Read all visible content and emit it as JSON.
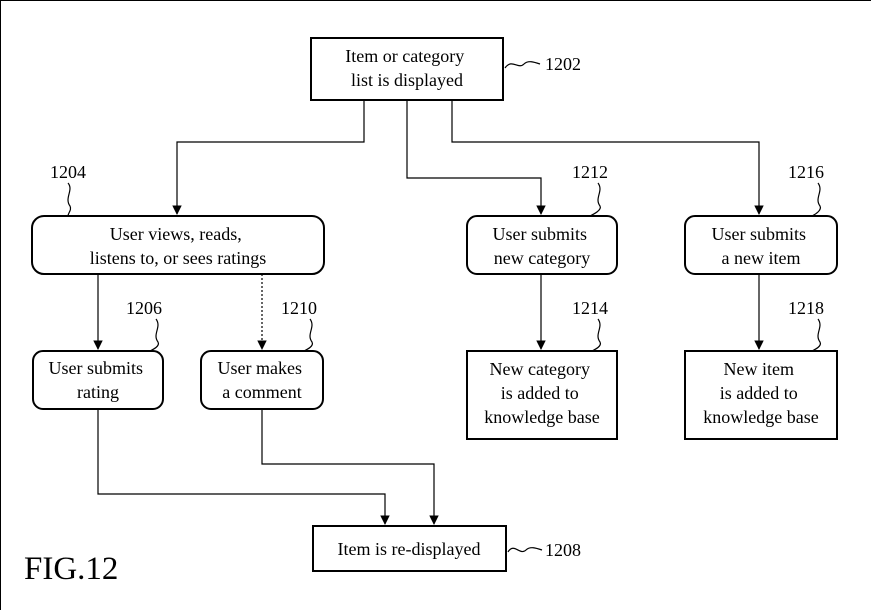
{
  "figure_label": "FIG.12",
  "nodes": {
    "n1202": {
      "lines": [
        "Item or category",
        "list is displayed"
      ],
      "ref": "1202"
    },
    "n1204": {
      "lines": [
        "User views, reads,",
        "listens to, or sees ratings"
      ],
      "ref": "1204"
    },
    "n1212": {
      "lines": [
        "User submits",
        "new category"
      ],
      "ref": "1212"
    },
    "n1216": {
      "lines": [
        "User submits",
        "a new item"
      ],
      "ref": "1216"
    },
    "n1206": {
      "lines": [
        "User submits",
        "rating"
      ],
      "ref": "1206"
    },
    "n1210": {
      "lines": [
        "User makes",
        "a comment"
      ],
      "ref": "1210"
    },
    "n1214": {
      "lines": [
        "New category",
        "is added to",
        "knowledge base"
      ],
      "ref": "1214"
    },
    "n1218": {
      "lines": [
        "New item",
        "is added to",
        "knowledge base"
      ],
      "ref": "1218"
    },
    "n1208": {
      "lines": [
        "Item is re-displayed"
      ],
      "ref": "1208"
    }
  }
}
